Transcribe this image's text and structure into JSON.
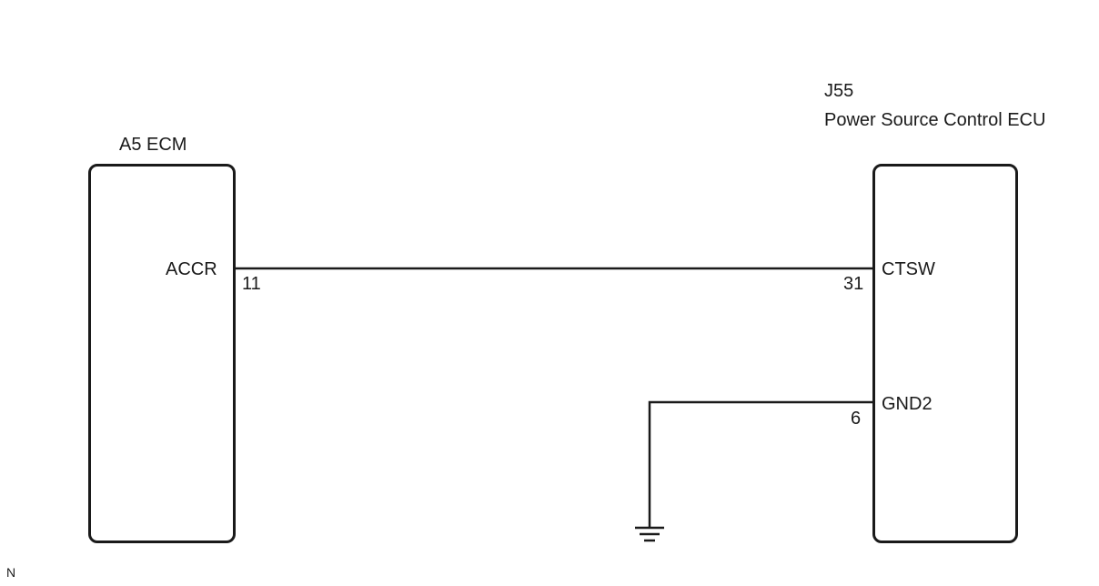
{
  "left_component": {
    "name": "A5 ECM",
    "terminal": {
      "signal": "ACCR",
      "pin": "11"
    }
  },
  "right_component": {
    "connector": "J55",
    "name": "Power Source Control ECU",
    "terminals": [
      {
        "signal": "CTSW",
        "pin": "31"
      },
      {
        "signal": "GND2",
        "pin": "6"
      }
    ]
  },
  "corner_mark": "N"
}
